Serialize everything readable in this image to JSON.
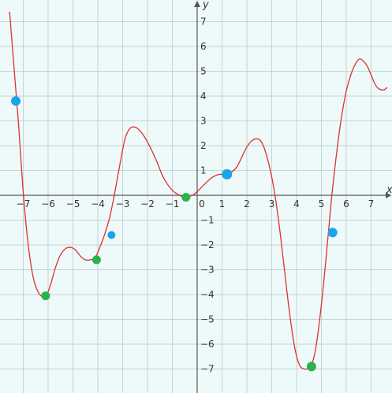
{
  "chart_data": {
    "type": "line",
    "xlabel": "x",
    "ylabel": "y",
    "xlim": [
      -7.65,
      7.65
    ],
    "ylim": [
      -7.75,
      7.75
    ],
    "x_ticks": [
      -7,
      -6,
      -5,
      -4,
      -3,
      -2,
      -1,
      0,
      1,
      2,
      3,
      4,
      5,
      6,
      7
    ],
    "y_ticks": [
      -7,
      -6,
      -5,
      -4,
      -3,
      -2,
      -1,
      1,
      2,
      3,
      4,
      5,
      6,
      7
    ],
    "grid": true,
    "background": "#eef9f9",
    "curve_color": "#e03030",
    "series": [
      {
        "values_x": [
          -7.55,
          -7.4,
          -7.2,
          -7.0,
          -6.8,
          -6.6,
          -6.4,
          -6.2,
          -6.05,
          -5.9,
          -5.7,
          -5.5,
          -5.3,
          -5.1,
          -4.9,
          -4.7,
          -4.5,
          -4.3,
          -4.1,
          -3.9,
          -3.7,
          -3.5,
          -3.3,
          -3.1,
          -2.9,
          -2.7,
          -2.5,
          -2.3,
          -2.15,
          -2.0,
          -1.8,
          -1.6,
          -1.4,
          -1.2,
          -1.0,
          -0.8,
          -0.6,
          -0.4,
          -0.2,
          0.0,
          0.2,
          0.4,
          0.6,
          0.8,
          1.0,
          1.2,
          1.4,
          1.6,
          1.8,
          2.0,
          2.2,
          2.4,
          2.55,
          2.7,
          2.9,
          3.1,
          3.3,
          3.5,
          3.7,
          3.9,
          4.1,
          4.3,
          4.5,
          4.65,
          4.8,
          5.0,
          5.2,
          5.4,
          5.6,
          5.8,
          6.0,
          6.2,
          6.4,
          6.55,
          6.7,
          6.85,
          7.0,
          7.15,
          7.3,
          7.5,
          7.65
        ],
        "values_y": [
          7.4,
          5.5,
          3.0,
          0.1,
          -2.0,
          -3.3,
          -3.9,
          -4.1,
          -4.0,
          -3.6,
          -2.9,
          -2.4,
          -2.15,
          -2.1,
          -2.2,
          -2.45,
          -2.6,
          -2.6,
          -2.5,
          -2.05,
          -1.5,
          -0.8,
          0.2,
          1.3,
          2.3,
          2.7,
          2.75,
          2.6,
          2.4,
          2.15,
          1.75,
          1.3,
          0.8,
          0.45,
          0.2,
          0.05,
          -0.05,
          -0.05,
          0.0,
          0.15,
          0.35,
          0.55,
          0.72,
          0.82,
          0.85,
          0.88,
          0.95,
          1.15,
          1.55,
          1.95,
          2.2,
          2.28,
          2.2,
          1.9,
          1.2,
          0.2,
          -1.2,
          -2.9,
          -4.6,
          -6.0,
          -6.8,
          -7.0,
          -6.95,
          -6.7,
          -6.0,
          -4.4,
          -2.4,
          -0.2,
          1.6,
          3.1,
          4.2,
          4.9,
          5.35,
          5.5,
          5.4,
          5.2,
          4.85,
          4.5,
          4.3,
          4.25,
          4.35
        ]
      }
    ],
    "points": [
      {
        "x": -7.3,
        "y": 3.8,
        "color": "#1aa3e8",
        "r": 6
      },
      {
        "x": -6.1,
        "y": -4.05,
        "color": "#2bb24c",
        "r": 5.5
      },
      {
        "x": -4.05,
        "y": -2.6,
        "color": "#2bb24c",
        "r": 5.5
      },
      {
        "x": -3.45,
        "y": -1.6,
        "color": "#1aa3e8",
        "r": 5
      },
      {
        "x": -0.45,
        "y": -0.08,
        "color": "#2bb24c",
        "r": 5.5
      },
      {
        "x": 1.2,
        "y": 0.85,
        "color": "#1aa3e8",
        "r": 6.5
      },
      {
        "x": 4.6,
        "y": -6.9,
        "color": "#2bb24c",
        "r": 6
      },
      {
        "x": 5.45,
        "y": -1.5,
        "color": "#1aa3e8",
        "r": 6
      }
    ]
  }
}
